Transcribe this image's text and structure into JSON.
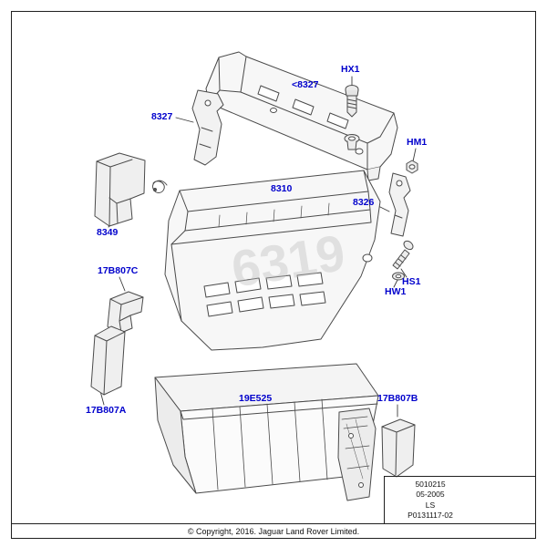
{
  "colors": {
    "callout_link": "#0000cc",
    "line_art": "#4a4a4a",
    "watermark": "#bfbfbf"
  },
  "diagram": {
    "watermark": "6319",
    "callouts": [
      {
        "label": "<8327"
      },
      {
        "label": "HX1"
      },
      {
        "label": "8327"
      },
      {
        "label": "HM1"
      },
      {
        "label": "8310"
      },
      {
        "label": "8326"
      },
      {
        "label": "8349"
      },
      {
        "label": "17B807C"
      },
      {
        "label": "HS1"
      },
      {
        "label": "HW1"
      },
      {
        "label": "17B807A"
      },
      {
        "label": "19E525"
      },
      {
        "label": "17B807B"
      }
    ]
  },
  "footer": {
    "copyright": "© Copyright, 2016. Jaguar Land Rover Limited.",
    "plate_lines": [
      "5010215",
      "05-2005",
      "LS",
      "P0131117-02"
    ]
  }
}
